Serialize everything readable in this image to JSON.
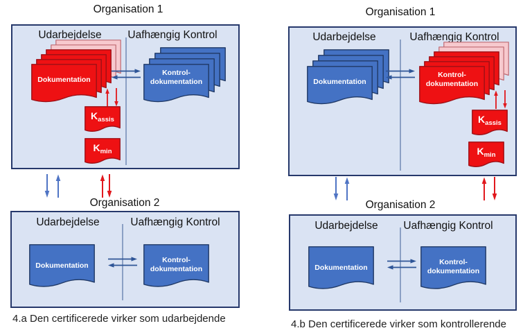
{
  "colors": {
    "panel_bg": "#dae3f3",
    "panel_border": "#26386b",
    "column_divider": "#8ba0c4",
    "document_blue": "#4472c4",
    "document_blue_border": "#1f3864",
    "document_red": "#ee1113",
    "document_red_border": "#9c1016",
    "document_pink": "#f7c9ce",
    "blue_link_arrow": "#4f74c4",
    "red_link_arrow": "#e1181d",
    "exchange_arrow": "#2e5597",
    "text": "#1a1a1a",
    "document_text": "#ffffff"
  },
  "figures": [
    {
      "id": "4a",
      "caption": "4.a Den certificerede virker som udarbejdende",
      "org1": {
        "title": "Organisation 1",
        "header_left": "Udarbejdelse",
        "header_right": "Uafhængig Kontrol",
        "producer_stack_label": "Dokumentation",
        "control_stack_label": "Kontrol-\ndokumentation",
        "k_assis": {
          "base": "K",
          "sub": "assis"
        },
        "k_min": {
          "base": "K",
          "sub": "min"
        }
      },
      "org2": {
        "title": "Organisation 2",
        "header_left": "Udarbejdelse",
        "header_right": "Uafhængig Kontrol",
        "producer_doc_label": "Dokumentation",
        "control_doc_label": "Kontrol-\ndokumentation"
      }
    },
    {
      "id": "4b",
      "caption": "4.b Den certificerede virker som kontrollerende",
      "org1": {
        "title": "Organisation 1",
        "header_left": "Udarbejdelse",
        "header_right": "Uafhængig Kontrol",
        "producer_stack_label": "Dokumentation",
        "control_stack_label": "Kontrol-\ndokumentation",
        "k_assis": {
          "base": "K",
          "sub": "assis"
        },
        "k_min": {
          "base": "K",
          "sub": "min"
        }
      },
      "org2": {
        "title": "Organisation 2",
        "header_left": "Udarbejdelse",
        "header_right": "Uafhængig Kontrol",
        "producer_doc_label": "Dokumentation",
        "control_doc_label": "Kontrol-\ndokumentation"
      }
    }
  ]
}
